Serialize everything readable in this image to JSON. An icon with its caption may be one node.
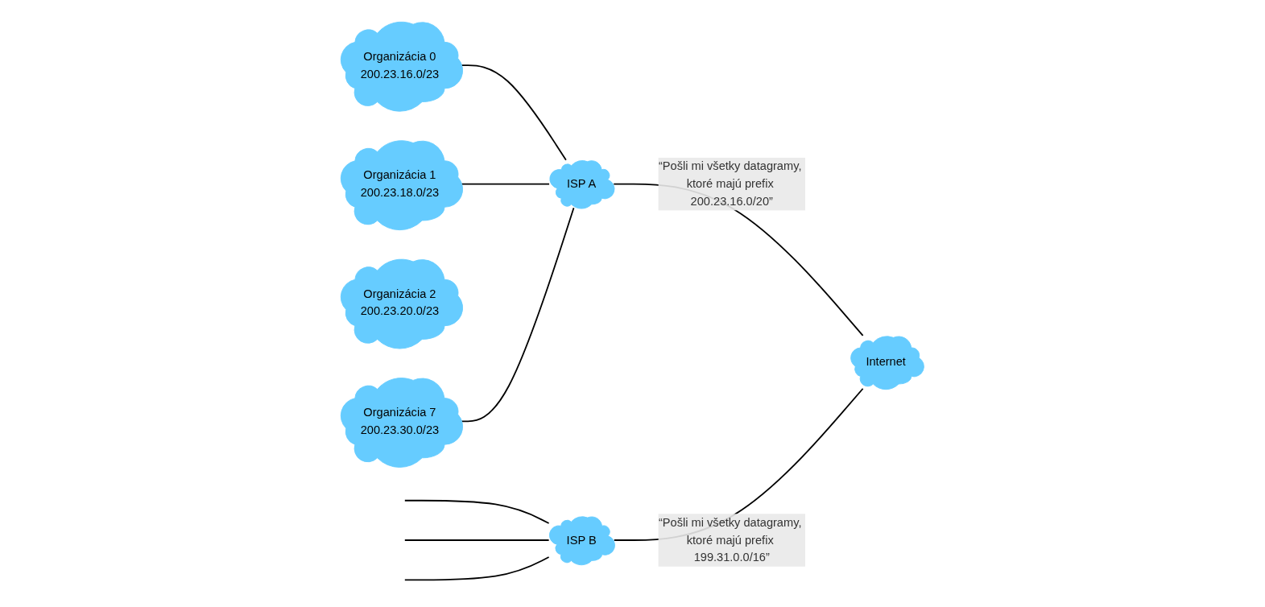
{
  "diagram": {
    "nodes": [
      {
        "text": [
          "Organizácia 0",
          "200.23.16.0/23"
        ]
      },
      {
        "text": [
          "Organizácia 1",
          "200.23.18.0/23"
        ]
      },
      {
        "text": [
          "Organizácia 2",
          "200.23.20.0/23"
        ]
      },
      {
        "text": [
          "Organizácia 7",
          "200.23.30.0/23"
        ]
      },
      {
        "text": [
          "ISP A"
        ]
      },
      {
        "text": [
          "ISP B"
        ]
      },
      {
        "text": [
          "Internet"
        ]
      }
    ],
    "edges": [
      {
        "from": 0,
        "to": 4,
        "arrow": "none"
      },
      {
        "from": 1,
        "to": 4,
        "arrow": "none"
      },
      {
        "from": 3,
        "to": 4,
        "arrow": "none"
      },
      {
        "from": 4,
        "to": 6,
        "arrow": "none",
        "label": "“Pošli mi všetky datagramy, ktoré majú prefix 200.23.16.0/20”"
      },
      {
        "from": 5,
        "to": 6,
        "arrow": "none",
        "label": "“Pošli mi všetky datagramy, ktoré majú prefix 199.31.0.0/16”"
      },
      {
        "from": null,
        "to": 5,
        "arrow": "none"
      },
      {
        "from": null,
        "to": 5,
        "arrow": "none"
      },
      {
        "from": null,
        "to": 5,
        "arrow": "none"
      }
    ]
  }
}
